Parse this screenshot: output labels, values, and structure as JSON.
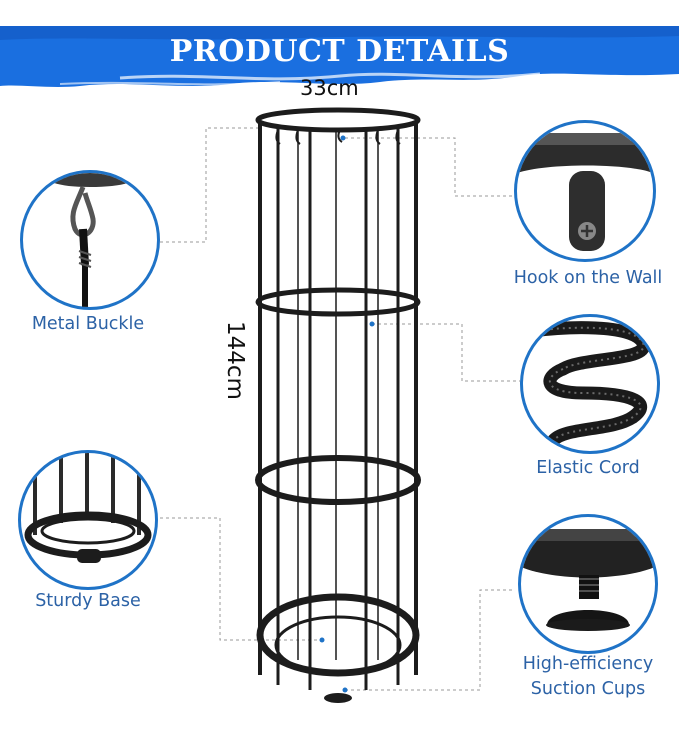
{
  "header": {
    "title": "PRODUCT DETAILS"
  },
  "dimensions": {
    "width_label": "33cm",
    "height_label": "144cm"
  },
  "features": [
    {
      "name": "Metal Buckle",
      "icon": "metal-buckle-image"
    },
    {
      "name": "Hook on the Wall",
      "icon": "wall-hook-image"
    },
    {
      "name": "Elastic Cord",
      "icon": "elastic-cord-image"
    },
    {
      "name": "Sturdy Base",
      "icon": "sturdy-base-image"
    },
    {
      "name_line1": "High-efficiency",
      "name_line2": "Suction Cups",
      "icon": "suction-cup-image"
    }
  ],
  "colors": {
    "accent": "#1f73c7",
    "banner": "#1a6fe0",
    "label": "#2c62a6",
    "product": "#1c1c1c"
  }
}
